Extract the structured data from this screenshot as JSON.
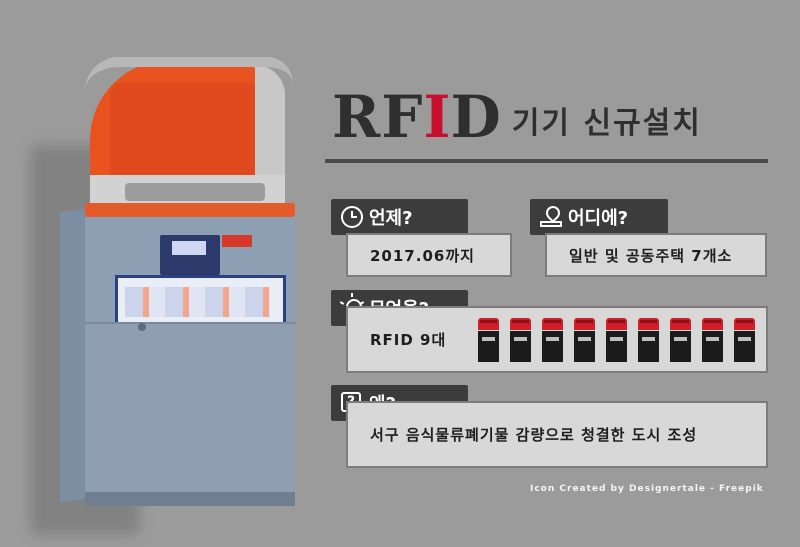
{
  "title": {
    "latin_rf": "RF",
    "latin_i": "I",
    "latin_d": "D",
    "korean": "기기 신규설치"
  },
  "when": {
    "label": "언제?",
    "value": "2017.06까지",
    "icon": "clock-icon"
  },
  "where": {
    "label": "어디에?",
    "value": "일반 및 공동주택 7개소",
    "icon": "map-pin-icon"
  },
  "what": {
    "label": "무엇을?",
    "value": "RFID 9대",
    "icon": "lightbulb-icon",
    "bin_count": 9
  },
  "why": {
    "label": "왜?",
    "value": "서구 음식물류폐기물 감량으로 청결한 도시 조성",
    "icon": "question-icon"
  },
  "credit": "Icon Created by Designertale - Freepik",
  "colors": {
    "accent_red": "#c8102e",
    "tag_bg": "#3c3c3c",
    "box_bg": "#d8d8d8",
    "background": "#9b9b9b"
  }
}
